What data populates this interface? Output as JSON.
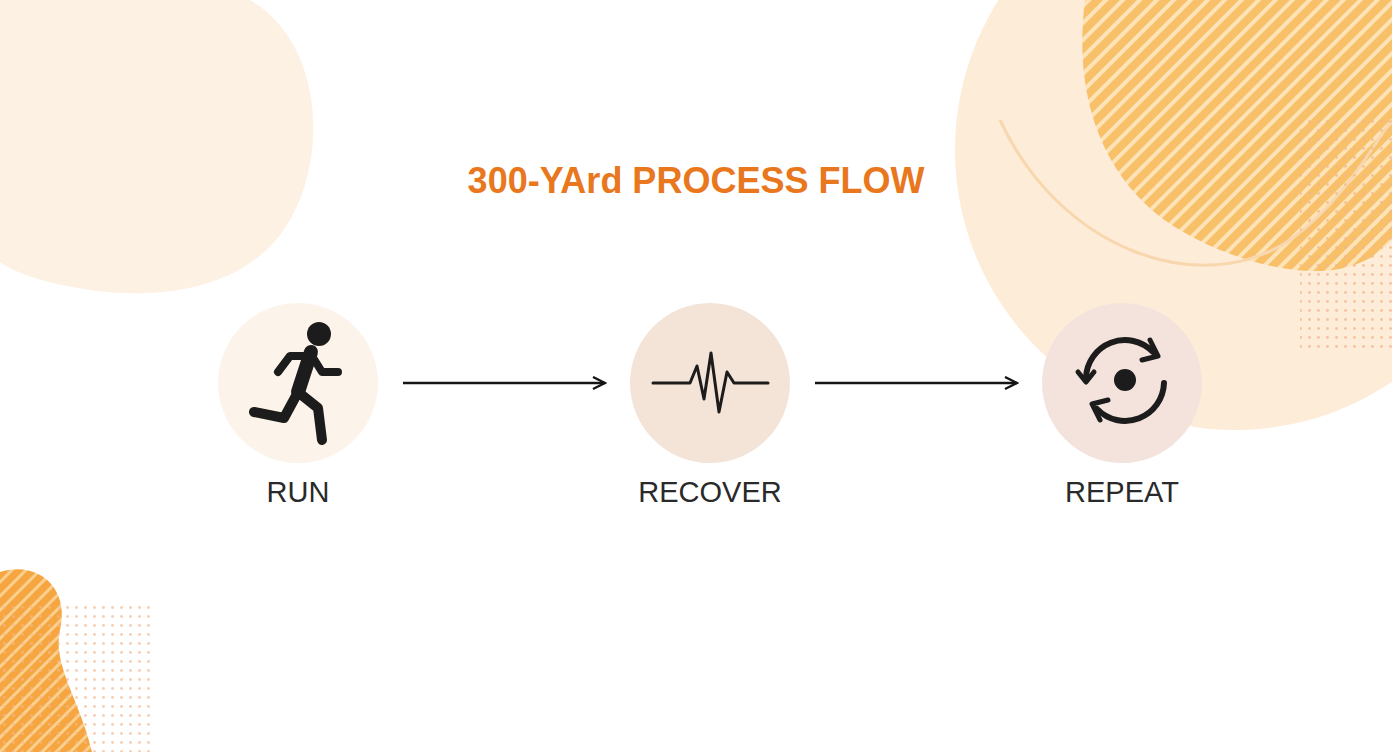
{
  "diagram": {
    "title": "300-YArd PROCESS FLOW",
    "nodes": [
      {
        "text": [
          "RUN"
        ]
      },
      {
        "text": [
          "RECOVER"
        ]
      },
      {
        "text": [
          "REPEAT"
        ]
      }
    ],
    "edges": [
      {
        "from": 0,
        "to": 1,
        "arrow": "to"
      },
      {
        "from": 1,
        "to": 2,
        "arrow": "to"
      }
    ]
  }
}
